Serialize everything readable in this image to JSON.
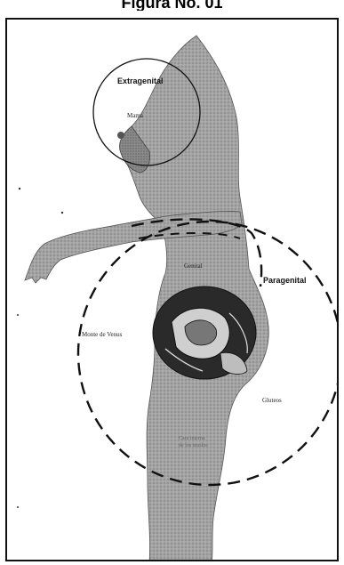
{
  "header": {
    "title": "Figura No. 01"
  },
  "labels": {
    "extragenital": "Extragenital",
    "mama": "Mama",
    "genital": "Genital",
    "paragenital": "Paragenital",
    "monte_de_venus": "Monte de Venus",
    "gluteos": "Gluteos",
    "bottom_line1": "Cara interna",
    "bottom_line2": "de los muslos"
  },
  "colors": {
    "skin_shade": "#9a9a9a",
    "skin_dark": "#6e6e6e",
    "line": "#111111"
  }
}
